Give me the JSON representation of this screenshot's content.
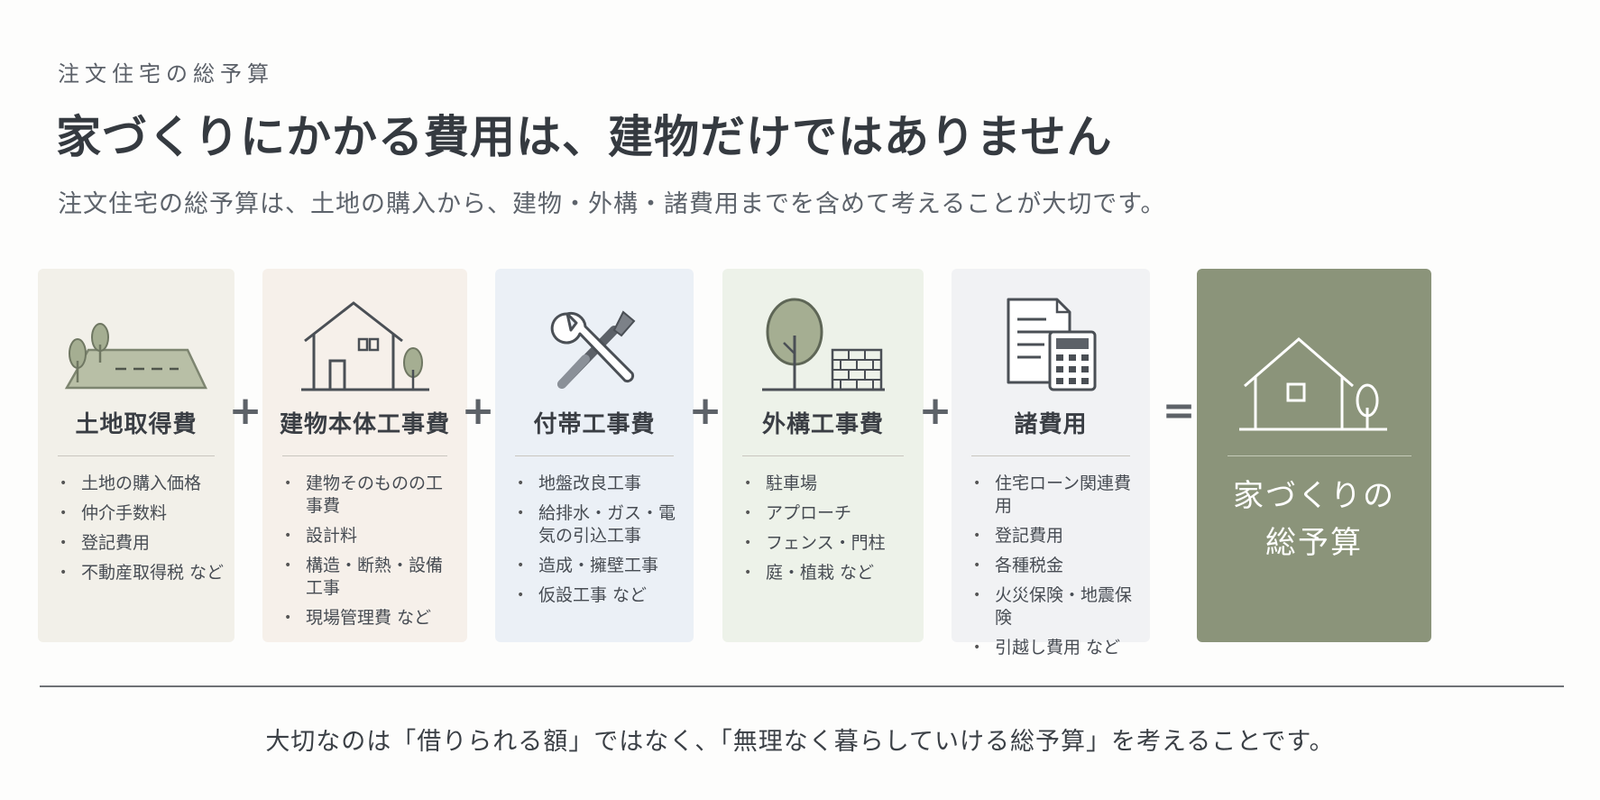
{
  "header": {
    "eyebrow": "注文住宅の総予算",
    "headline": "家づくりにかかる費用は、建物だけではありません",
    "subline": "注文住宅の総予算は、土地の購入から、建物・外構・諸費用までを含めて考えることが大切です。"
  },
  "cards": [
    {
      "title": "土地取得費",
      "icon": "land-icon",
      "bg": "#f2f0e9",
      "items": [
        "土地の購入価格",
        "仲介手数料",
        "登記費用",
        "不動産取得税 など"
      ]
    },
    {
      "title": "建物本体工事費",
      "icon": "house-icon",
      "bg": "#f6f0ea",
      "items": [
        "建物そのものの工事費",
        "設計料",
        "構造・断熱・設備工事",
        "現場管理費 など"
      ]
    },
    {
      "title": "付帯工事費",
      "icon": "tools-icon",
      "bg": "#ebf0f6",
      "items": [
        "地盤改良工事",
        "給排水・ガス・電気の引込工事",
        "造成・擁壁工事",
        "仮設工事 など"
      ]
    },
    {
      "title": "外構工事費",
      "icon": "tree-fence-icon",
      "bg": "#edf2e9",
      "items": [
        "駐車場",
        "アプローチ",
        "フェンス・門柱",
        "庭・植栽 など"
      ]
    },
    {
      "title": "諸費用",
      "icon": "document-calculator-icon",
      "bg": "#f1f2f4",
      "items": [
        "住宅ローン関連費用",
        "登記費用",
        "各種税金",
        "火災保険・地震保険",
        "引越し費用 など"
      ]
    }
  ],
  "operators": [
    "+",
    "+",
    "+",
    "+",
    "="
  ],
  "total": {
    "label_line1": "家づくりの",
    "label_line2": "総予算",
    "icon": "house-icon",
    "bg": "#8b947a"
  },
  "footer": "大切なのは「借りられる額」ではなく、「無理なく暮らしていける総予算」を考えることです。",
  "colors": {
    "accent_green": "#8b947a",
    "icon_green": "#a5ae92",
    "icon_stroke": "#4a4f55"
  }
}
